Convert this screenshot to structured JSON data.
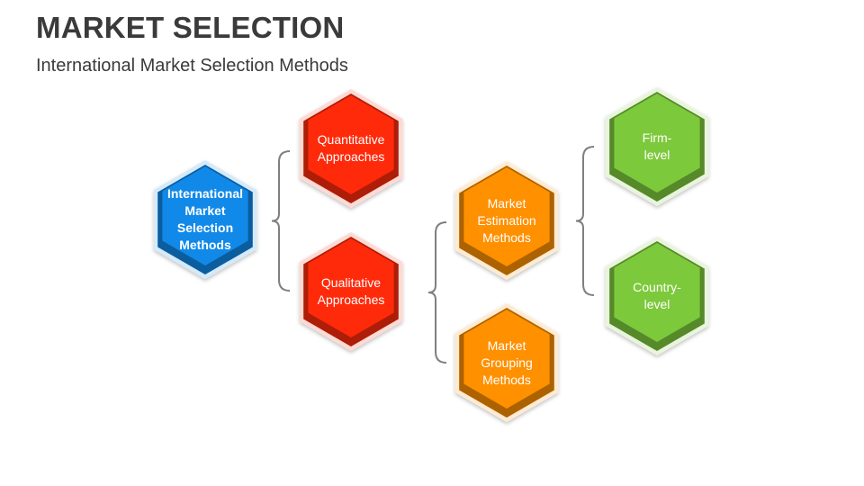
{
  "slide": {
    "title": "MARKET SELECTION",
    "subtitle": "International Market Selection Methods"
  },
  "colors": {
    "blue": "#1189e9",
    "red": "#ff2a0a",
    "orange": "#ff9000",
    "green": "#7dc93c",
    "bracket": "#7f7f7f"
  },
  "nodes": {
    "root": {
      "lines": [
        "International",
        "Market",
        "Selection",
        "Methods"
      ]
    },
    "quantitative": {
      "lines": [
        "Quantitative",
        "Approaches"
      ]
    },
    "qualitative": {
      "lines": [
        "Qualitative",
        "Approaches"
      ]
    },
    "estimation": {
      "lines": [
        "Market",
        "Estimation",
        "Methods"
      ]
    },
    "grouping": {
      "lines": [
        "Market",
        "Grouping",
        "Methods"
      ]
    },
    "firm": {
      "lines": [
        "Firm-",
        "level"
      ]
    },
    "country": {
      "lines": [
        "Country-",
        "level"
      ]
    }
  }
}
